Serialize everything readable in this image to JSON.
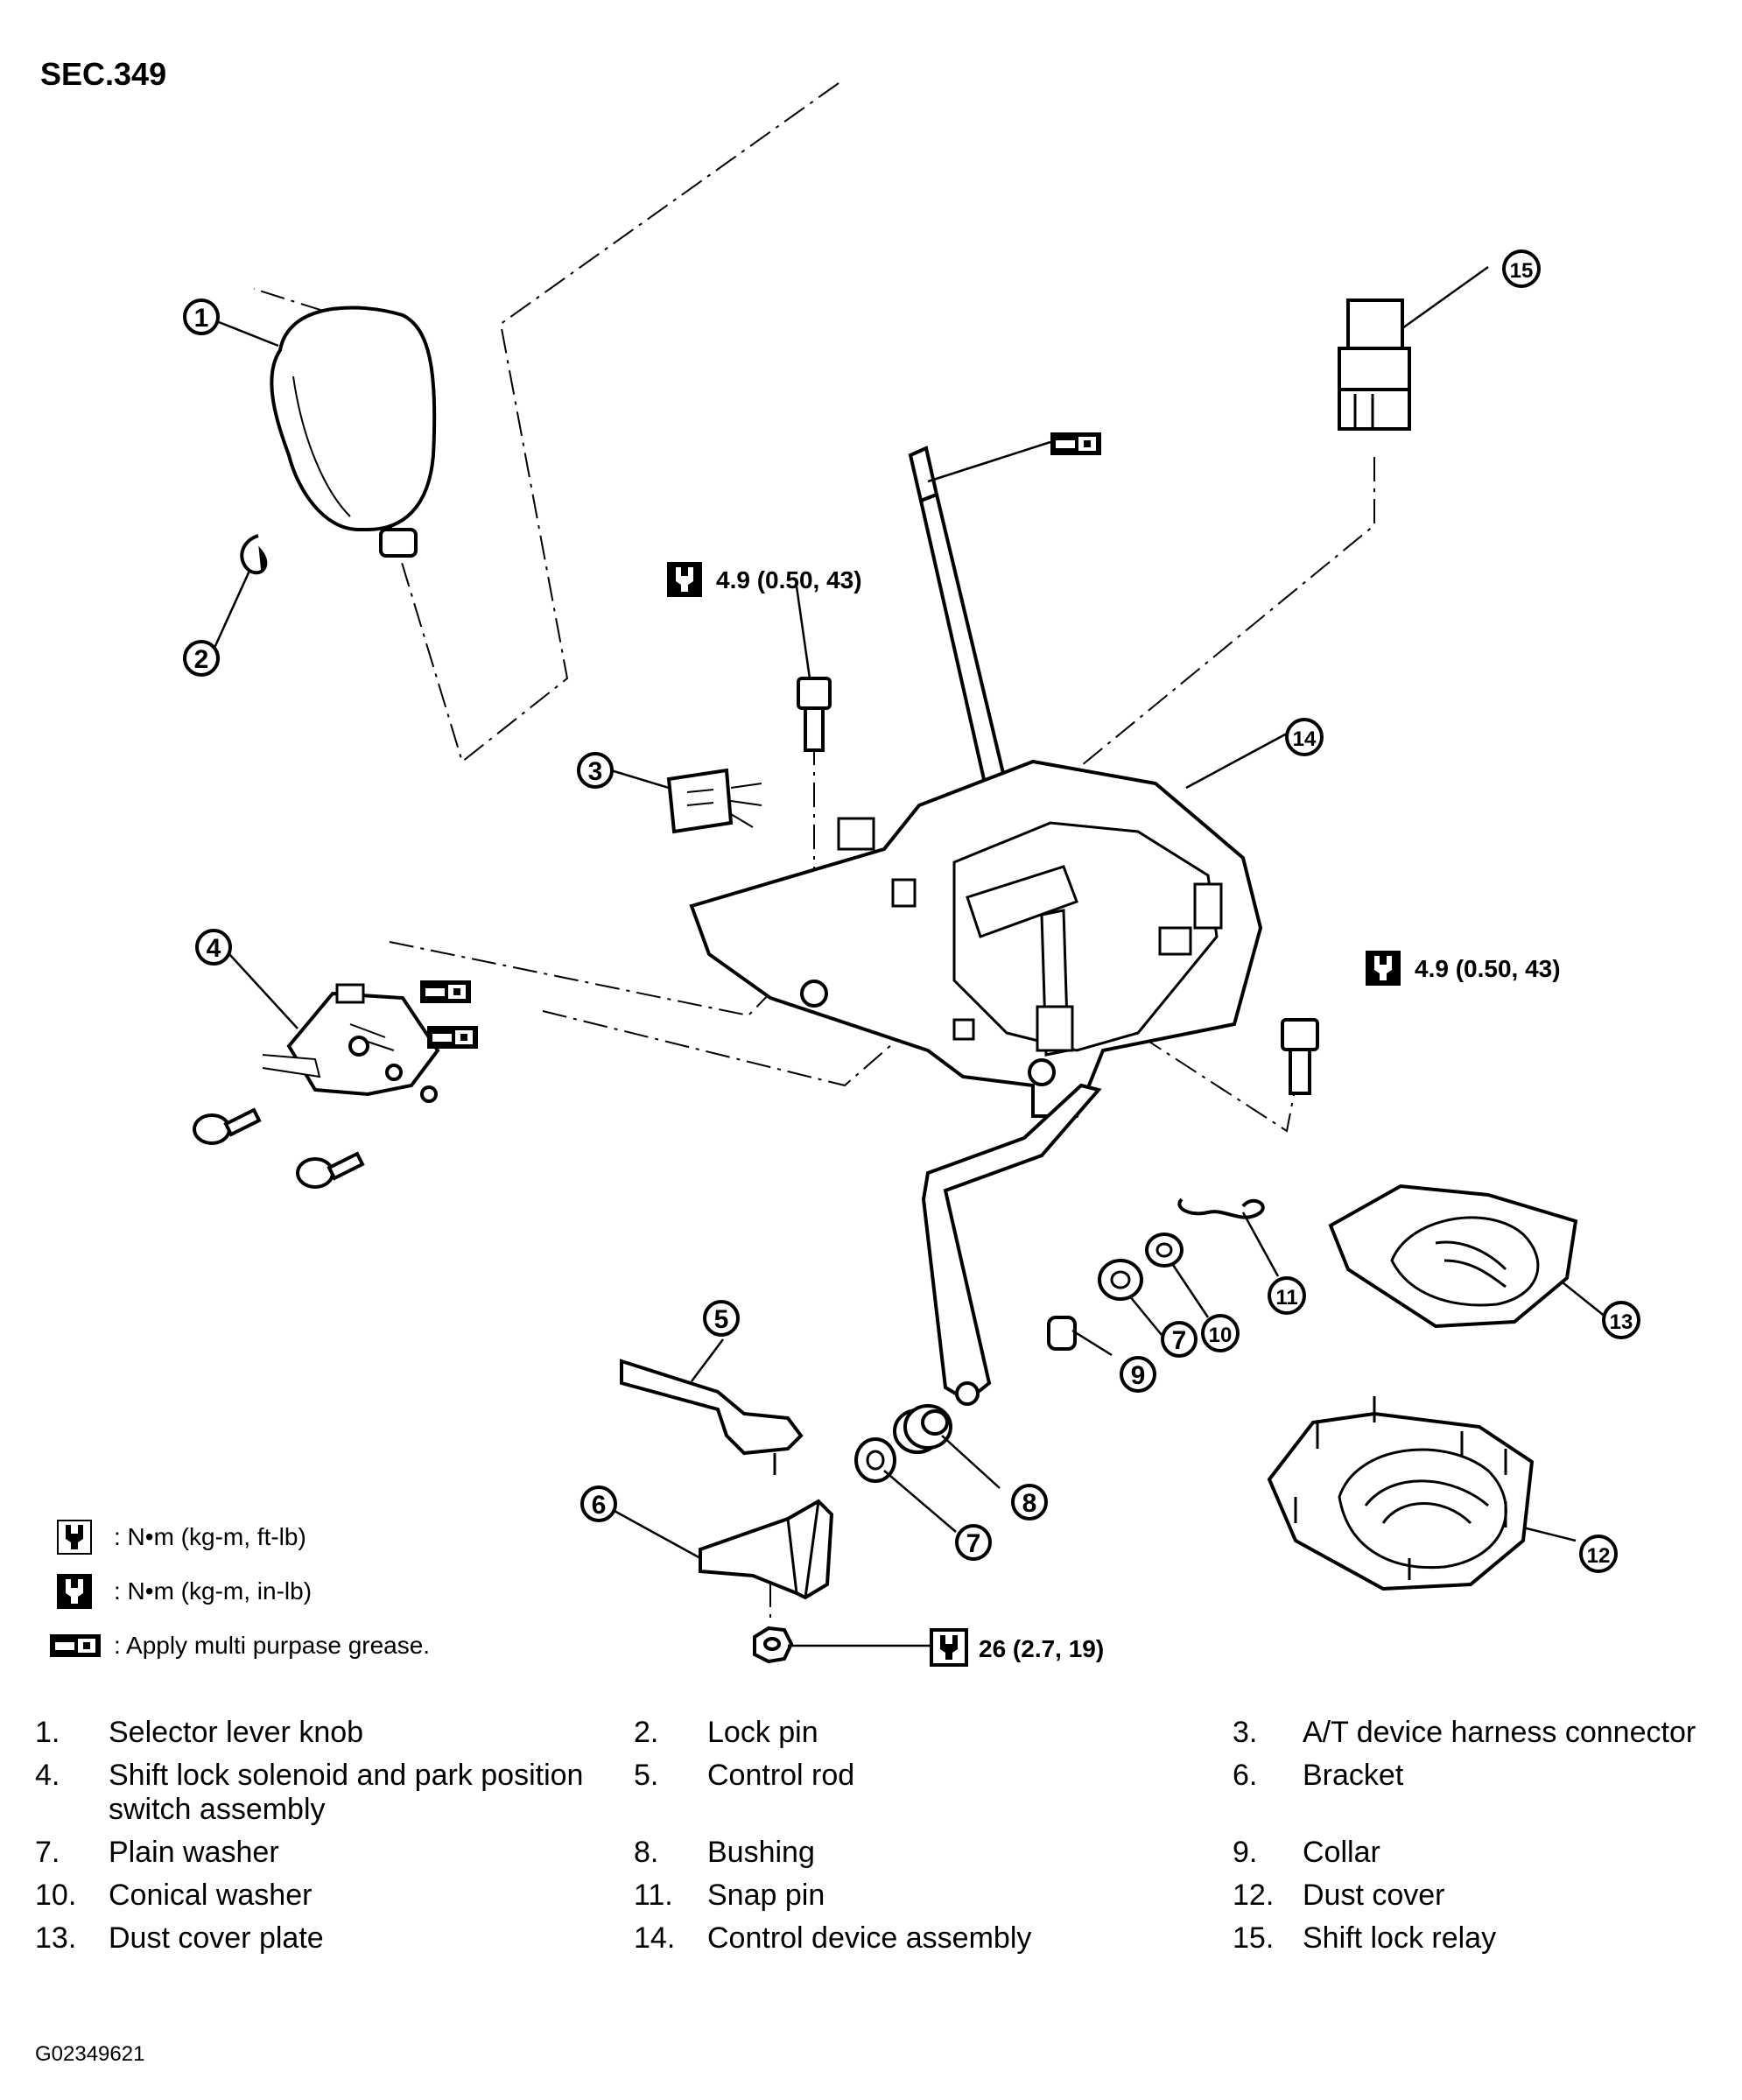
{
  "header": {
    "section": "SEC.349"
  },
  "callouts": [
    "1",
    "2",
    "3",
    "4",
    "5",
    "6",
    "7",
    "7",
    "8",
    "9",
    "10",
    "11",
    "12",
    "13",
    "14",
    "15"
  ],
  "torque_specs": [
    {
      "id": "upper-bolt",
      "value": "4.9 (0.50, 43)"
    },
    {
      "id": "right-bolt",
      "value": "4.9 (0.50, 43)"
    },
    {
      "id": "bracket-nut",
      "value": "26 (2.7, 19)"
    }
  ],
  "legend": [
    {
      "icon": "torque-ft-lb-icon",
      "text": ":  N•m  (kg-m,  ft-lb)"
    },
    {
      "icon": "torque-in-lb-icon",
      "text": ":  N•m  (kg-m,  in-lb)"
    },
    {
      "icon": "grease-icon",
      "text": ":  Apply multi purpase grease."
    }
  ],
  "parts": [
    {
      "num": "1.",
      "name": "Selector lever knob"
    },
    {
      "num": "2.",
      "name": "Lock pin"
    },
    {
      "num": "3.",
      "name": "A/T device harness connector"
    },
    {
      "num": "4.",
      "name": "Shift lock solenoid and park position switch assembly"
    },
    {
      "num": "5.",
      "name": "Control rod"
    },
    {
      "num": "6.",
      "name": "Bracket"
    },
    {
      "num": "7.",
      "name": "Plain washer"
    },
    {
      "num": "8.",
      "name": "Bushing"
    },
    {
      "num": "9.",
      "name": "Collar"
    },
    {
      "num": "10.",
      "name": "Conical washer"
    },
    {
      "num": "11.",
      "name": "Snap pin"
    },
    {
      "num": "12.",
      "name": "Dust cover"
    },
    {
      "num": "13.",
      "name": "Dust cover plate"
    },
    {
      "num": "14.",
      "name": "Control device assembly"
    },
    {
      "num": "15.",
      "name": "Shift lock relay"
    }
  ],
  "figure_code": "G02349621"
}
